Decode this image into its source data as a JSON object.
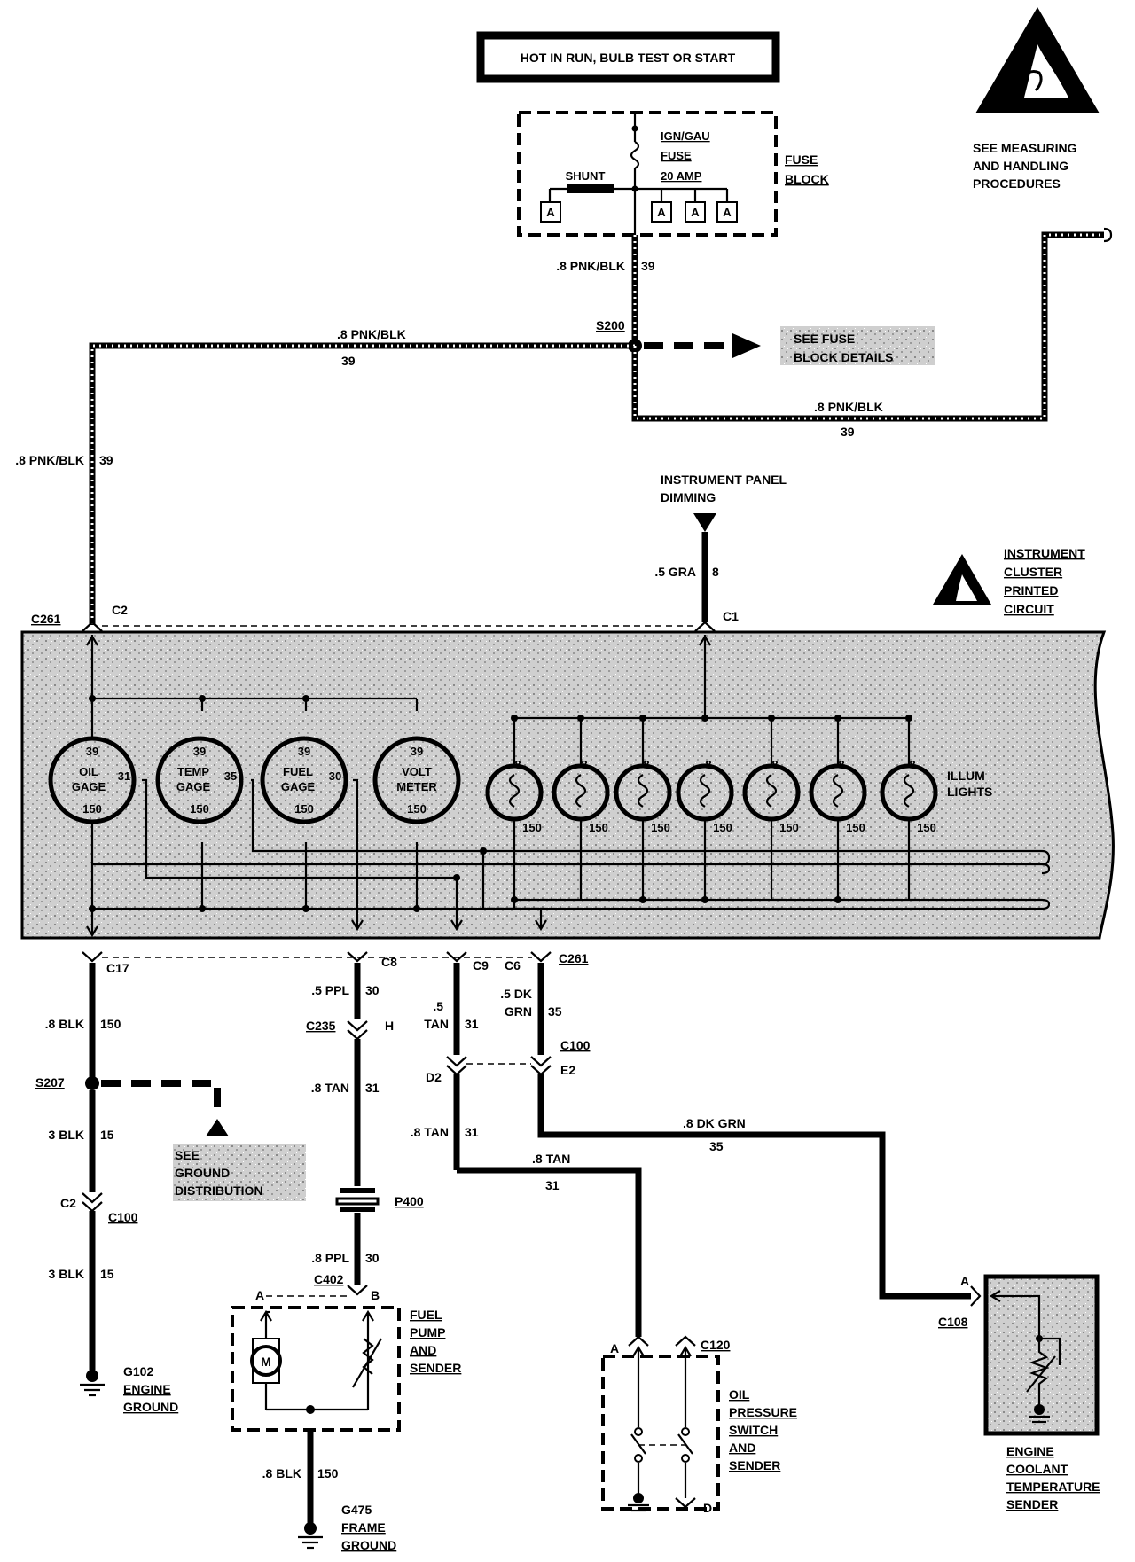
{
  "header": {
    "power_label": "HOT IN RUN, BULB TEST OR START"
  },
  "fuse_block": {
    "fuse_name": "IGN/GAU",
    "fuse_word": "FUSE",
    "fuse_rating": "20 AMP",
    "shunt": "SHUNT",
    "label_line1": "FUSE",
    "label_line2": "BLOCK",
    "terminal": "A"
  },
  "esd": {
    "line1": "SEE MEASURING",
    "line2": "AND HANDLING",
    "line3": "PROCEDURES"
  },
  "wires": {
    "pnk_blk": ".8 PNK/BLK",
    "c39": "39",
    "gra": ".5 GRA",
    "c8": "8",
    "blk08": ".8 BLK",
    "c150": "150",
    "blk3": "3 BLK",
    "c15": "15",
    "ppl": ".5 PPL",
    "ppl8": ".8 PPL",
    "c30": "30",
    "tan08": ".8 TAN",
    "tan_a": ".5",
    "tan_b": "TAN",
    "c31": "31",
    "dkgrn_a": ".5 DK",
    "dkgrn_b": "GRN",
    "dkgrn08": ".8 DK GRN",
    "c35": "35"
  },
  "splices": {
    "s200": "S200",
    "s207": "S207"
  },
  "references": {
    "fuse_details_1": "SEE FUSE",
    "fuse_details_2": "BLOCK DETAILS",
    "ground_1": "SEE",
    "ground_2": "GROUND",
    "ground_3": "DISTRIBUTION"
  },
  "dimming": {
    "line1": "INSTRUMENT PANEL",
    "line2": "DIMMING"
  },
  "cluster": {
    "line1": "INSTRUMENT",
    "line2": "CLUSTER",
    "line3": "PRINTED",
    "line4": "CIRCUIT",
    "illum_1": "ILLUM",
    "illum_2": "LIGHTS",
    "gauges": [
      {
        "top": "39",
        "name1": "OIL",
        "name2": "GAGE",
        "side": "31",
        "bottom": "150"
      },
      {
        "top": "39",
        "name1": "TEMP",
        "name2": "GAGE",
        "side": "35",
        "bottom": "150"
      },
      {
        "top": "39",
        "name1": "FUEL",
        "name2": "GAGE",
        "side": "30",
        "bottom": "150"
      },
      {
        "top": "39",
        "name1": "VOLT",
        "name2": "METER",
        "side": "",
        "bottom": "150"
      }
    ],
    "lamp_top": "8",
    "lamp_bottom": "150"
  },
  "connectors": {
    "c261": "C261",
    "c2": "C2",
    "c1": "C1",
    "c17": "C17",
    "c8": "C8",
    "c9": "C9",
    "c6": "C6",
    "c235": "C235",
    "h": "H",
    "c100": "C100",
    "d2": "D2",
    "e2": "E2",
    "p400": "P400",
    "c402": "C402",
    "a": "A",
    "b": "B",
    "c120": "C120",
    "d": "D",
    "c108": "C108"
  },
  "components": {
    "fuel_pump": [
      "FUEL",
      "PUMP",
      "AND",
      "SENDER"
    ],
    "motor": "M",
    "oil_pressure": [
      "OIL",
      "PRESSURE",
      "SWITCH",
      "AND",
      "SENDER"
    ],
    "coolant": [
      "ENGINE",
      "COOLANT",
      "TEMPERATURE",
      "SENDER"
    ]
  },
  "grounds": {
    "g102": [
      "G102",
      "ENGINE",
      "GROUND"
    ],
    "g475": [
      "G475",
      "FRAME",
      "GROUND"
    ]
  }
}
